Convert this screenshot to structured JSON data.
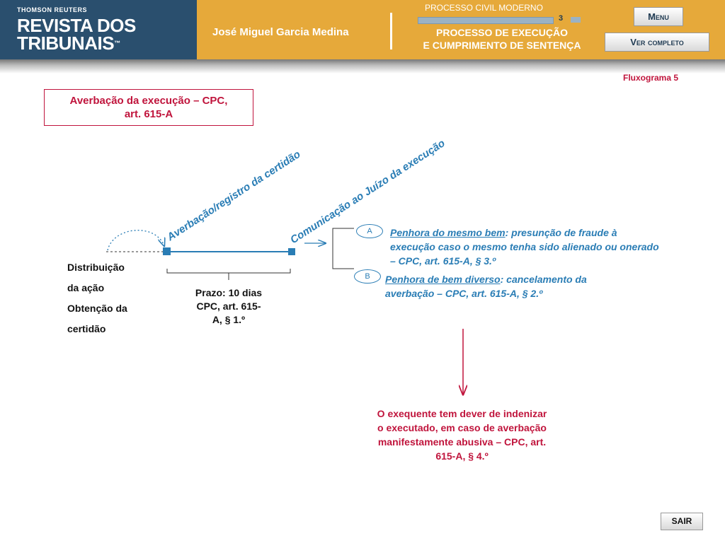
{
  "header": {
    "brand_small": "THOMSON REUTERS",
    "brand_line1": "REVISTA DOS",
    "brand_line2": "TRIBUNAIS",
    "brand_tm": "™",
    "author": "José Miguel Garcia Medina",
    "module": "PROCESSO CIVIL MODERNO",
    "page_number": "3",
    "title_line1": "PROCESSO DE EXECUÇÃO",
    "title_line2": "E CUMPRIMENTO DE SENTENÇA",
    "menu_label": "Menu",
    "ver_completo_label": "Ver completo"
  },
  "content": {
    "fluxograma": "Fluxograma 5",
    "box_title_line1": "Averbação da execução – CPC,",
    "box_title_line2": "art. 615-A",
    "dist_lines": [
      "Distribuição",
      "da ação",
      "Obtenção da",
      "certidão"
    ],
    "prazo_line1": "Prazo: 10 dias",
    "prazo_line2": "CPC, art. 615-",
    "prazo_line3": "A, § 1.º",
    "rotated_1": "Averbação/registro da certidão",
    "rotated_2": "Comunicação ao Juízo da execução",
    "oval_a": "A",
    "oval_b": "B",
    "a_underlined": "Penhora do mesmo bem",
    "a_rest": ": presunção de fraude à execução caso o mesmo tenha sido alienado ou onerado – CPC, art. 615-A, § 3.º",
    "b_underlined": "Penhora de bem diverso",
    "b_rest": ": cancelamento da averbação – CPC, art. 615-A, § 2.º",
    "bottom_text": "O exequente tem dever de indenizar o executado, em caso de averbação manifestamente abusiva – CPC, art. 615-A, § 4.º"
  },
  "footer": {
    "sair_label": "SAIR"
  },
  "colors": {
    "header_bg": "#e6a93a",
    "brand_bg": "#2a4f6e",
    "accent_red": "#c0143c",
    "accent_blue": "#2a7db5"
  }
}
